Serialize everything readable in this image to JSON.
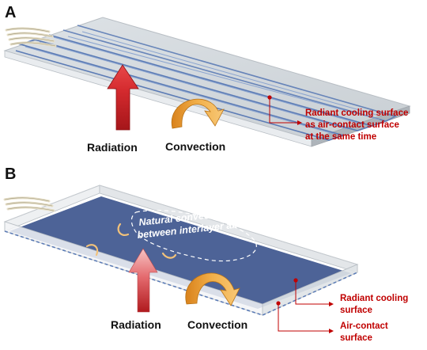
{
  "panels": {
    "a": {
      "label": "A",
      "radiation": "Radiation",
      "convection": "Convection",
      "annotation_lines": [
        "Radiant cooling surface",
        "as air-contact surface",
        "at the same time"
      ]
    },
    "b": {
      "label": "B",
      "natural_convection_lines": [
        "Natural convection",
        "between interlayer air"
      ],
      "radiation": "Radiation",
      "convection": "Convection",
      "radiant_lines": [
        "Radiant cooling",
        "surface"
      ],
      "aircontact_lines": [
        "Air-contact",
        "surface"
      ]
    }
  },
  "colors": {
    "annotation": "#c00000",
    "panel_face": "#4d6397",
    "radiation_arrow": "#c41e24",
    "convection_arrow": "#e89a2a"
  }
}
